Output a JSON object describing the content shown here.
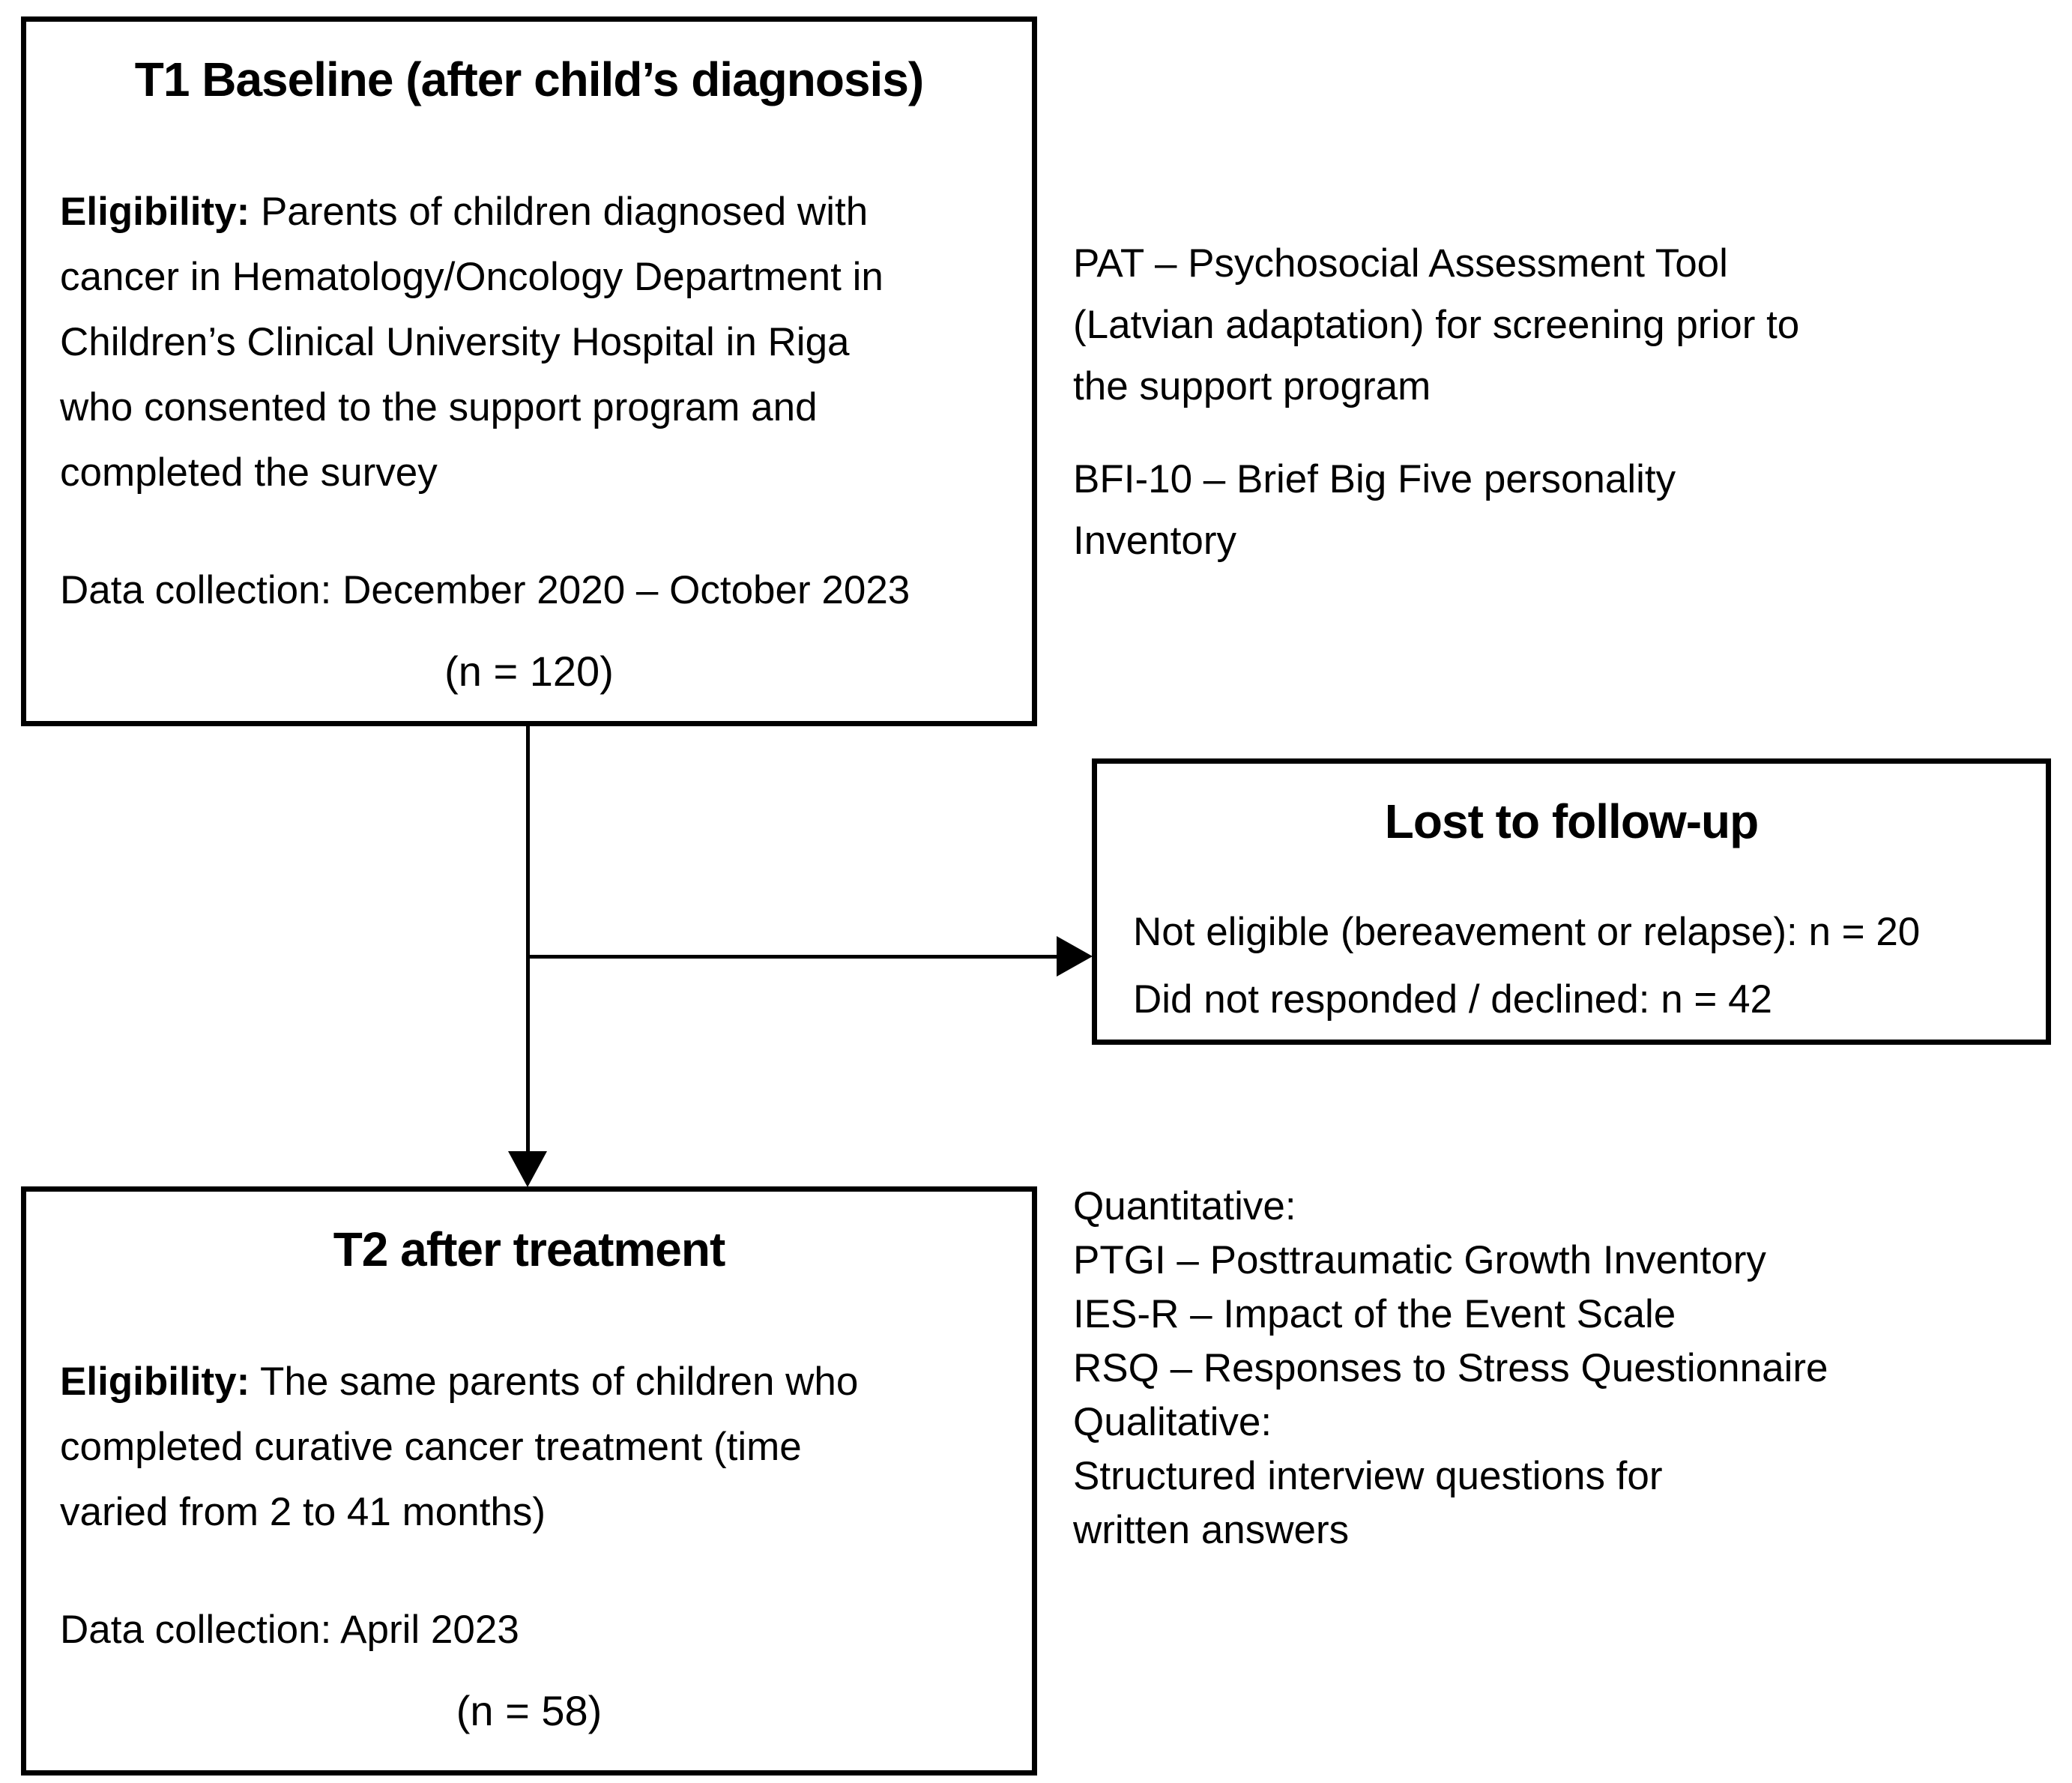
{
  "figure": {
    "type": "study-flow-diagram"
  },
  "colors": {
    "text": "#000000",
    "border": "#000000",
    "background": "#ffffff"
  },
  "boxes": {
    "t1": {
      "title": "T1 Baseline (after child’s diagnosis)",
      "eligibility_label": "Eligibility:",
      "eligibility_first_line": " Parents of children diagnosed with",
      "eligibility_lines": [
        "cancer in Hematology/Oncology Department in",
        "Children’s Clinical University Hospital in Riga",
        "who consented to the support program and",
        "completed the survey"
      ],
      "data_collection": "Data collection: December 2020 – October 2023",
      "n_value": "(n = 120)"
    },
    "lost": {
      "title": "Lost to follow-up",
      "lines": [
        "Not eligible (bereavement or relapse): n = 20",
        "Did not responded / declined: n = 42"
      ]
    },
    "t2": {
      "title": "T2 after treatment",
      "eligibility_label": "Eligibility:",
      "eligibility_first_line": " The same parents of children who",
      "eligibility_lines": [
        "completed curative cancer treatment (time",
        "varied from 2 to 41 months)"
      ],
      "data_collection": "Data collection: April 2023",
      "n_value": "(n = 58)"
    }
  },
  "annotations": {
    "pat_lines": [
      "PAT – Psychosocial Assessment Tool",
      "(Latvian adaptation) for screening prior to",
      "the support program"
    ],
    "bfi_lines": [
      "BFI-10 – Brief Big Five personality",
      "Inventory"
    ],
    "t2_measure_lines": [
      "Quantitative:",
      "PTGI – Posttraumatic Growth Inventory",
      "IES-R – Impact of the Event Scale",
      "RSQ – Responses to Stress Questionnaire",
      "Qualitative:",
      "Structured interview questions for",
      "written answers"
    ]
  }
}
